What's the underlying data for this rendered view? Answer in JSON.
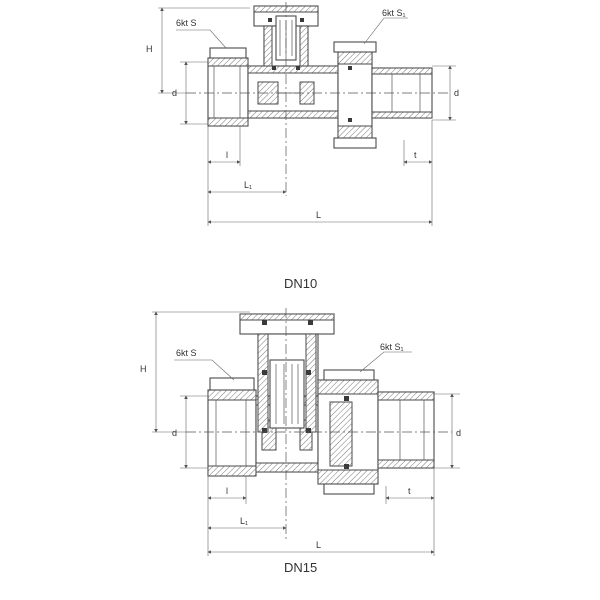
{
  "drawings": [
    {
      "caption": "DN10",
      "labels": {
        "hex_s": "6kt S",
        "hex_s1": "6kt S₁",
        "H": "H",
        "d_left": "d",
        "d_right": "d",
        "l": "l",
        "L1": "L₁",
        "L": "L",
        "t": "t"
      }
    },
    {
      "caption": "DN15",
      "labels": {
        "hex_s": "6kt S",
        "hex_s1": "6kt S₁",
        "H": "H",
        "d_left": "d",
        "d_right": "d",
        "l": "l",
        "L1": "L₁",
        "L": "L",
        "t": "t"
      }
    }
  ]
}
